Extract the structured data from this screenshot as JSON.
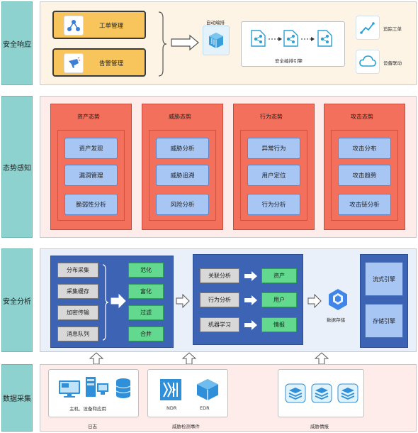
{
  "rows": {
    "response": {
      "label": "安全响应",
      "work_order": "工单管理",
      "alarm": "告警管理",
      "auto_orchestration": "自动编排",
      "engine_label": "安全编排引擎",
      "tracking_work": "追踪工单",
      "device_linkage": "设备联动"
    },
    "perception": {
      "label": "态势感知",
      "columns": [
        {
          "title": "资产态势",
          "items": [
            "资产发现",
            "漏洞管理",
            "脆弱性分析"
          ]
        },
        {
          "title": "威胁态势",
          "items": [
            "威胁分析",
            "威胁追溯",
            "风险分析"
          ]
        },
        {
          "title": "行为态势",
          "items": [
            "异常行为",
            "用户定位",
            "行为分析"
          ]
        },
        {
          "title": "攻击态势",
          "items": [
            "攻击分布",
            "攻击趋势",
            "攻击链分析"
          ]
        }
      ]
    },
    "analysis": {
      "label": "安全分析",
      "collect_items": [
        "分布采集",
        "采集缓存",
        "加密传输",
        "消息队列"
      ],
      "process_items": [
        "范化",
        "富化",
        "过滤",
        "合并"
      ],
      "analysis_items": [
        "关联分析",
        "行为分析",
        "机器学习"
      ],
      "analysis_results": [
        "资产",
        "用户",
        "情报"
      ],
      "data_storage": "数据存储",
      "engines": [
        "流式引擎",
        "存储引擎"
      ]
    },
    "collection": {
      "label": "数据采集",
      "hosts_label": "主机、设备和应用",
      "log_label": "日志",
      "ndr": "NDR",
      "edr": "EDR",
      "threat_events": "威胁检测事件",
      "threat_intel": "威胁情报"
    }
  },
  "colors": {
    "side": "#8ed2cf",
    "response_band": "#fdf4e6",
    "perception_band": "#fdecea",
    "analysis_band": "#eaf0fa",
    "collection_band": "#fdecea",
    "red": "#f2705c",
    "blue": "#a8c6f3",
    "dark_blue": "#3c63b4",
    "green": "#63d98f",
    "yellow": "#f7c55b"
  }
}
